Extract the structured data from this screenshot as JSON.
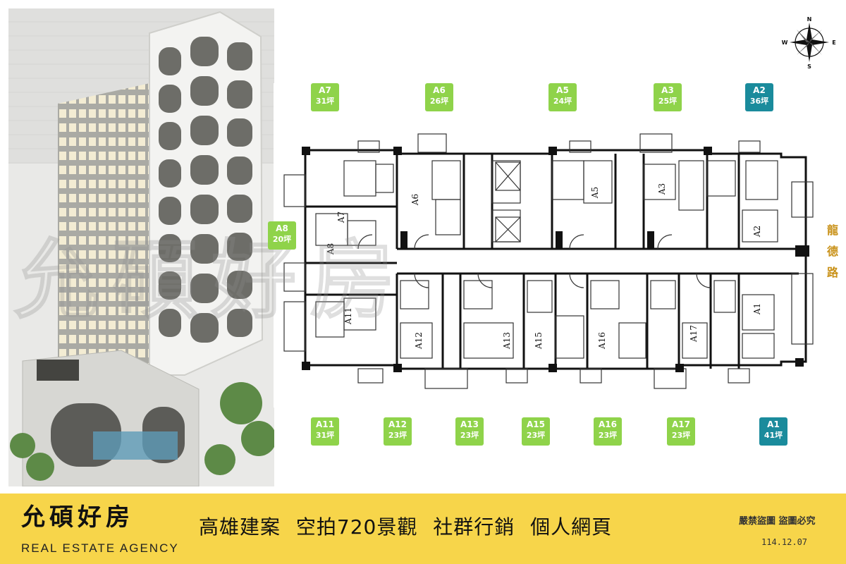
{
  "units_top": [
    {
      "id": "A7",
      "size": "31坪",
      "color": "green"
    },
    {
      "id": "A6",
      "size": "26坪",
      "color": "green"
    },
    {
      "id": "A5",
      "size": "24坪",
      "color": "green"
    },
    {
      "id": "A3",
      "size": "25坪",
      "color": "green"
    },
    {
      "id": "A2",
      "size": "36坪",
      "color": "teal"
    }
  ],
  "unit_side": {
    "id": "A8",
    "size": "20坪",
    "color": "green"
  },
  "units_bottom": [
    {
      "id": "A11",
      "size": "31坪",
      "color": "green"
    },
    {
      "id": "A12",
      "size": "23坪",
      "color": "green"
    },
    {
      "id": "A13",
      "size": "23坪",
      "color": "green"
    },
    {
      "id": "A15",
      "size": "23坪",
      "color": "green"
    },
    {
      "id": "A16",
      "size": "23坪",
      "color": "green"
    },
    {
      "id": "A17",
      "size": "23坪",
      "color": "green"
    },
    {
      "id": "A1",
      "size": "41坪",
      "color": "teal"
    }
  ],
  "plan_labels": [
    "A7",
    "A6",
    "A5",
    "A3",
    "A2",
    "A8",
    "A1",
    "A11",
    "A12",
    "A13",
    "A15",
    "A16",
    "A17"
  ],
  "compass": {
    "n": "N",
    "s": "S",
    "e": "E",
    "w": "W"
  },
  "road_name": [
    "龍",
    "德",
    "路"
  ],
  "watermark": "允碩好房",
  "footer": {
    "brand": "允碩好房",
    "agency": "REAL ESTATE AGENCY",
    "slogan": "高雄建案 空拍720景觀 社群行銷 個人網頁",
    "warning": "嚴禁盜圖 盜圖必究",
    "date": "114.12.07"
  },
  "colors": {
    "green": "#8fd34a",
    "teal": "#1a8b9c",
    "footer": "#f7d54a",
    "road": "#c9921a"
  }
}
